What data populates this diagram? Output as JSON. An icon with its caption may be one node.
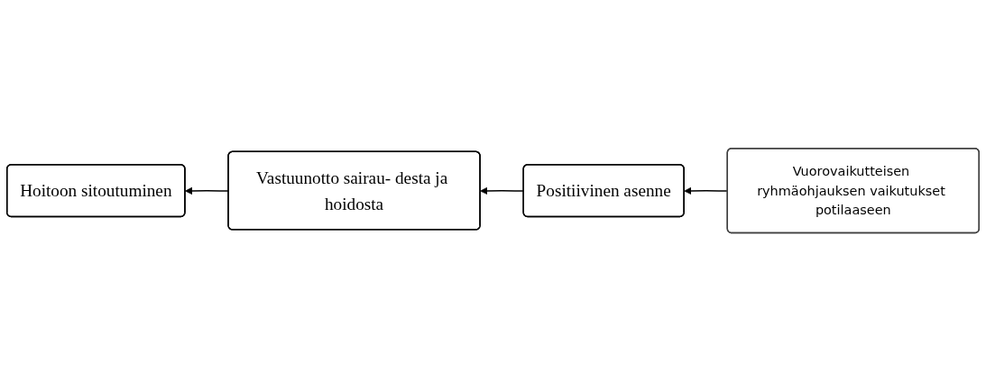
{
  "diagram": {
    "nodes": [
      {
        "text": [
          "Vuorovaikutteisen ryhmäohjauksen vaikutukset potilaaseen"
        ]
      },
      {
        "text": [
          "Positiivinen asenne"
        ]
      },
      {
        "text": [
          "Vastuunotto sairau- desta ja hoidosta"
        ]
      },
      {
        "text": [
          "Hoitoon sitoutuminen"
        ]
      }
    ],
    "edges": [
      {
        "from": 0,
        "to": 1,
        "arrow": "to"
      },
      {
        "from": 1,
        "to": 2,
        "arrow": "to"
      },
      {
        "from": 2,
        "to": 3,
        "arrow": "to"
      }
    ]
  }
}
